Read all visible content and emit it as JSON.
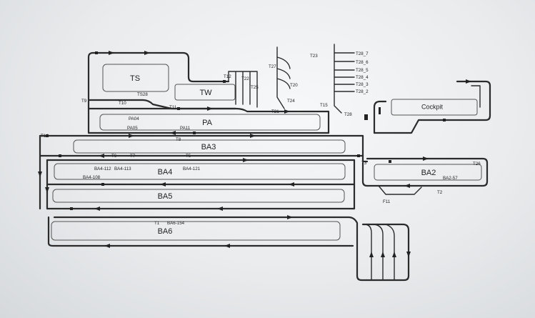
{
  "zones": {
    "ts": "TS",
    "tw": "TW",
    "pa": "PA",
    "ba3": "BA3",
    "ba4": "BA4",
    "ba5": "BA5",
    "ba6": "BA6",
    "ba2": "BA2",
    "cockpit": "Cockpit"
  },
  "labels": {
    "t9": "T9",
    "t10": "T10",
    "ts28": "TS28",
    "t11": "T11",
    "t12": "T12",
    "t22": "T22",
    "t25": "T25",
    "t27": "T27",
    "t20": "T20",
    "t24": "T24",
    "t21": "T21",
    "t15": "T15",
    "t23": "T23",
    "t28": "T28",
    "t28_7": "T28_7",
    "t28_6": "T28_6",
    "t28_5": "T28_5",
    "t28_4": "T28_4",
    "t28_3": "T28_3",
    "t28_2": "T28_2",
    "pa04": "PA04",
    "pa05": "PA05",
    "pa11": "PA11",
    "t8": "T8",
    "t14": "T14",
    "t3": "T3",
    "t6": "T6",
    "t7": "T7",
    "t5": "T5",
    "ba4_112": "BA4-112",
    "ba4_113": "BA4-113",
    "ba4_121": "BA4-121",
    "ba4_108": "BA4-108",
    "t1": "T1",
    "ba6_154": "BA6-154",
    "t26": "T26",
    "ba2_57": "BA2-57",
    "t2": "T2",
    "f11": "F11"
  }
}
